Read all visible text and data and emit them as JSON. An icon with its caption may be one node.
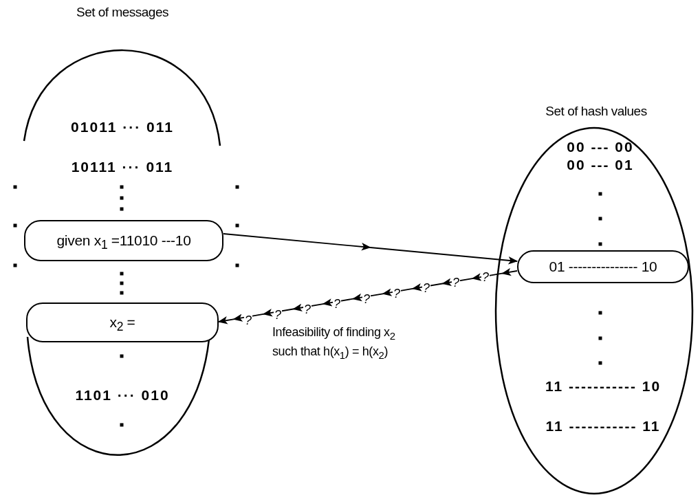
{
  "diagram": {
    "nodes": [
      {
        "text": [
          "Set of messages",
          "01011 ··· 011",
          "10111 ··· 011",
          "1101 ··· 010"
        ]
      },
      {
        "text": [
          "given x$_{1}$ =11010 ---10"
        ],
        "in": 0
      },
      {
        "text": [
          "x$_{2}$ ="
        ],
        "in": 0
      },
      {
        "text": [
          "Set of hash values",
          "00 --- 00",
          "00 --- 01",
          "11 ----------- 10",
          "11 ----------- 11"
        ]
      },
      {
        "text": [
          "01 --------------- 10"
        ],
        "in": 3
      }
    ],
    "edges": [
      {
        "from": 1,
        "to": 4,
        "arrow": "to"
      },
      {
        "from": 4,
        "to": 2,
        "arrow": "to",
        "label": "Infeasibility of finding x$_{2}$ such that h(x$_{1}$) = h(x$_{2}$)"
      }
    ],
    "labels": [
      "?",
      "?",
      "?",
      "?",
      "?",
      "?",
      "?",
      "?",
      "?"
    ]
  }
}
